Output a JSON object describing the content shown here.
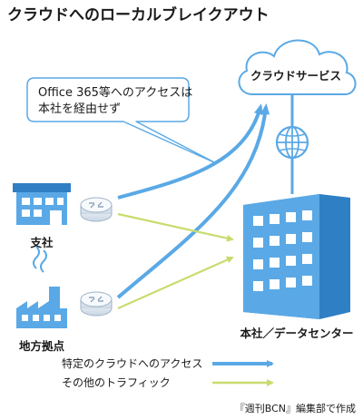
{
  "title": "クラウドへのローカルブレイクアウト",
  "callout": {
    "line1": "Office 365等へのアクセスは",
    "line2": "本社を経由せず"
  },
  "cloud_label": "クラウドサービス",
  "branch_label": "支社",
  "regional_label": "地方拠点",
  "hq_label": "本社／データセンター",
  "legend": [
    {
      "label": "特定のクラウドへのアクセス",
      "color": "#5aa9e6"
    },
    {
      "label": "その他のトラフィック",
      "color": "#c8dc6e"
    }
  ],
  "credit": "『週刊BCN』編集部で作成",
  "colors": {
    "building_blue": "#5aa9e6",
    "building_dark": "#2f7fc4",
    "cloud_access_line": "#5aa9e6",
    "other_traffic_line": "#c8dc6e",
    "callout_border": "#5aa9e6"
  },
  "icons": [
    "cloud-icon",
    "globe-icon",
    "office-building-icon",
    "factory-icon",
    "router-icon",
    "hq-building-icon",
    "arrow-icon"
  ]
}
